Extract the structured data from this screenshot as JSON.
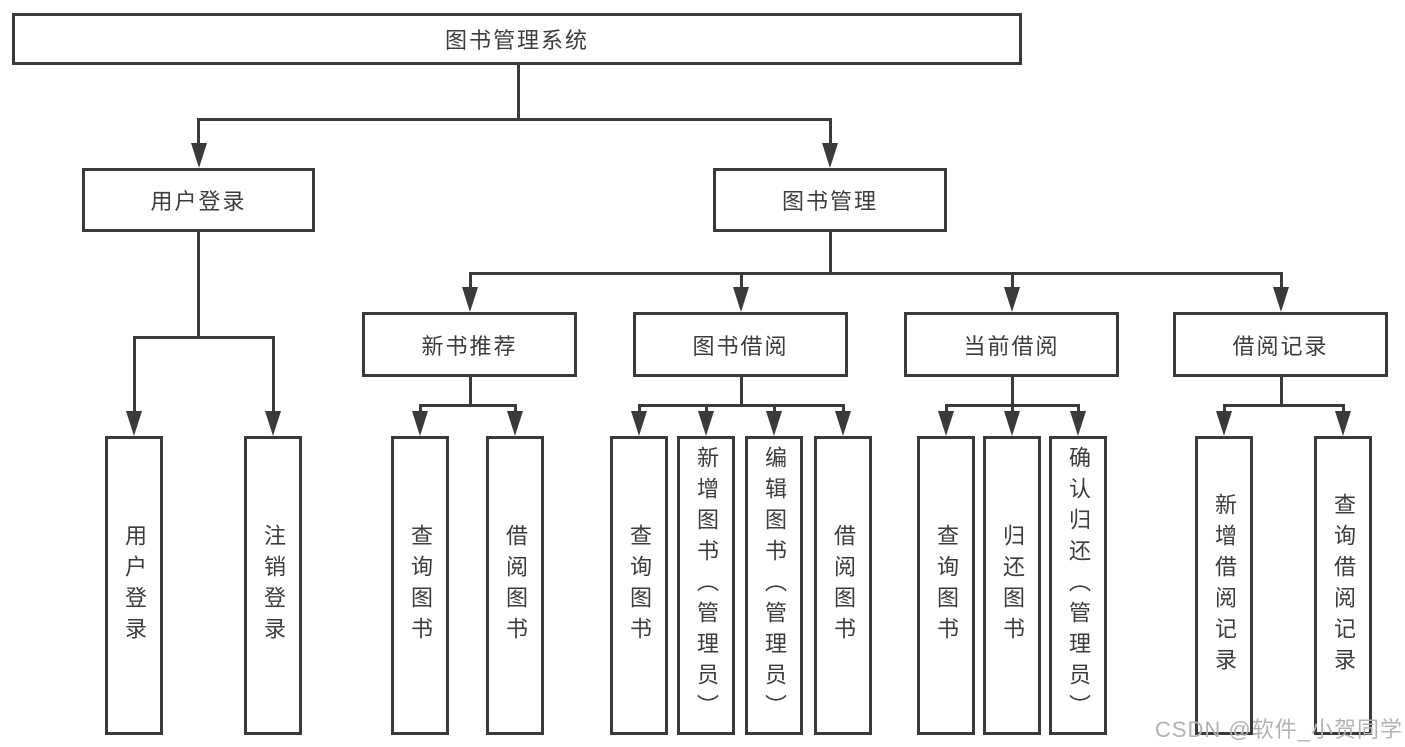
{
  "diagram": {
    "root": {
      "label": "图书管理系统"
    },
    "level2": [
      {
        "label": "用户登录"
      },
      {
        "label": "图书管理"
      }
    ],
    "level3": [
      {
        "label": "新书推荐"
      },
      {
        "label": "图书借阅"
      },
      {
        "label": "当前借阅"
      },
      {
        "label": "借阅记录"
      }
    ],
    "leaves": {
      "user_login": [
        {
          "label": "用户登录"
        },
        {
          "label": "注销登录"
        }
      ],
      "new_book": [
        {
          "label": "查询图书"
        },
        {
          "label": "借阅图书"
        }
      ],
      "book_borrow": [
        {
          "label": "查询图书"
        },
        {
          "label": "新增图书（管理员）"
        },
        {
          "label": "编辑图书（管理员）"
        },
        {
          "label": "借阅图书"
        }
      ],
      "current_borrow": [
        {
          "label": "查询图书"
        },
        {
          "label": "归还图书"
        },
        {
          "label": "确认归还（管理员）"
        }
      ],
      "borrow_record": [
        {
          "label": "新增借阅记录"
        },
        {
          "label": "查询借阅记录"
        }
      ]
    }
  },
  "watermark": {
    "text": "CSDN @软件_小贺同学"
  },
  "colors": {
    "line": "#3a3a3a",
    "text": "#3c3c3c",
    "watermark": "#b3b3b3",
    "background": "#ffffff"
  }
}
